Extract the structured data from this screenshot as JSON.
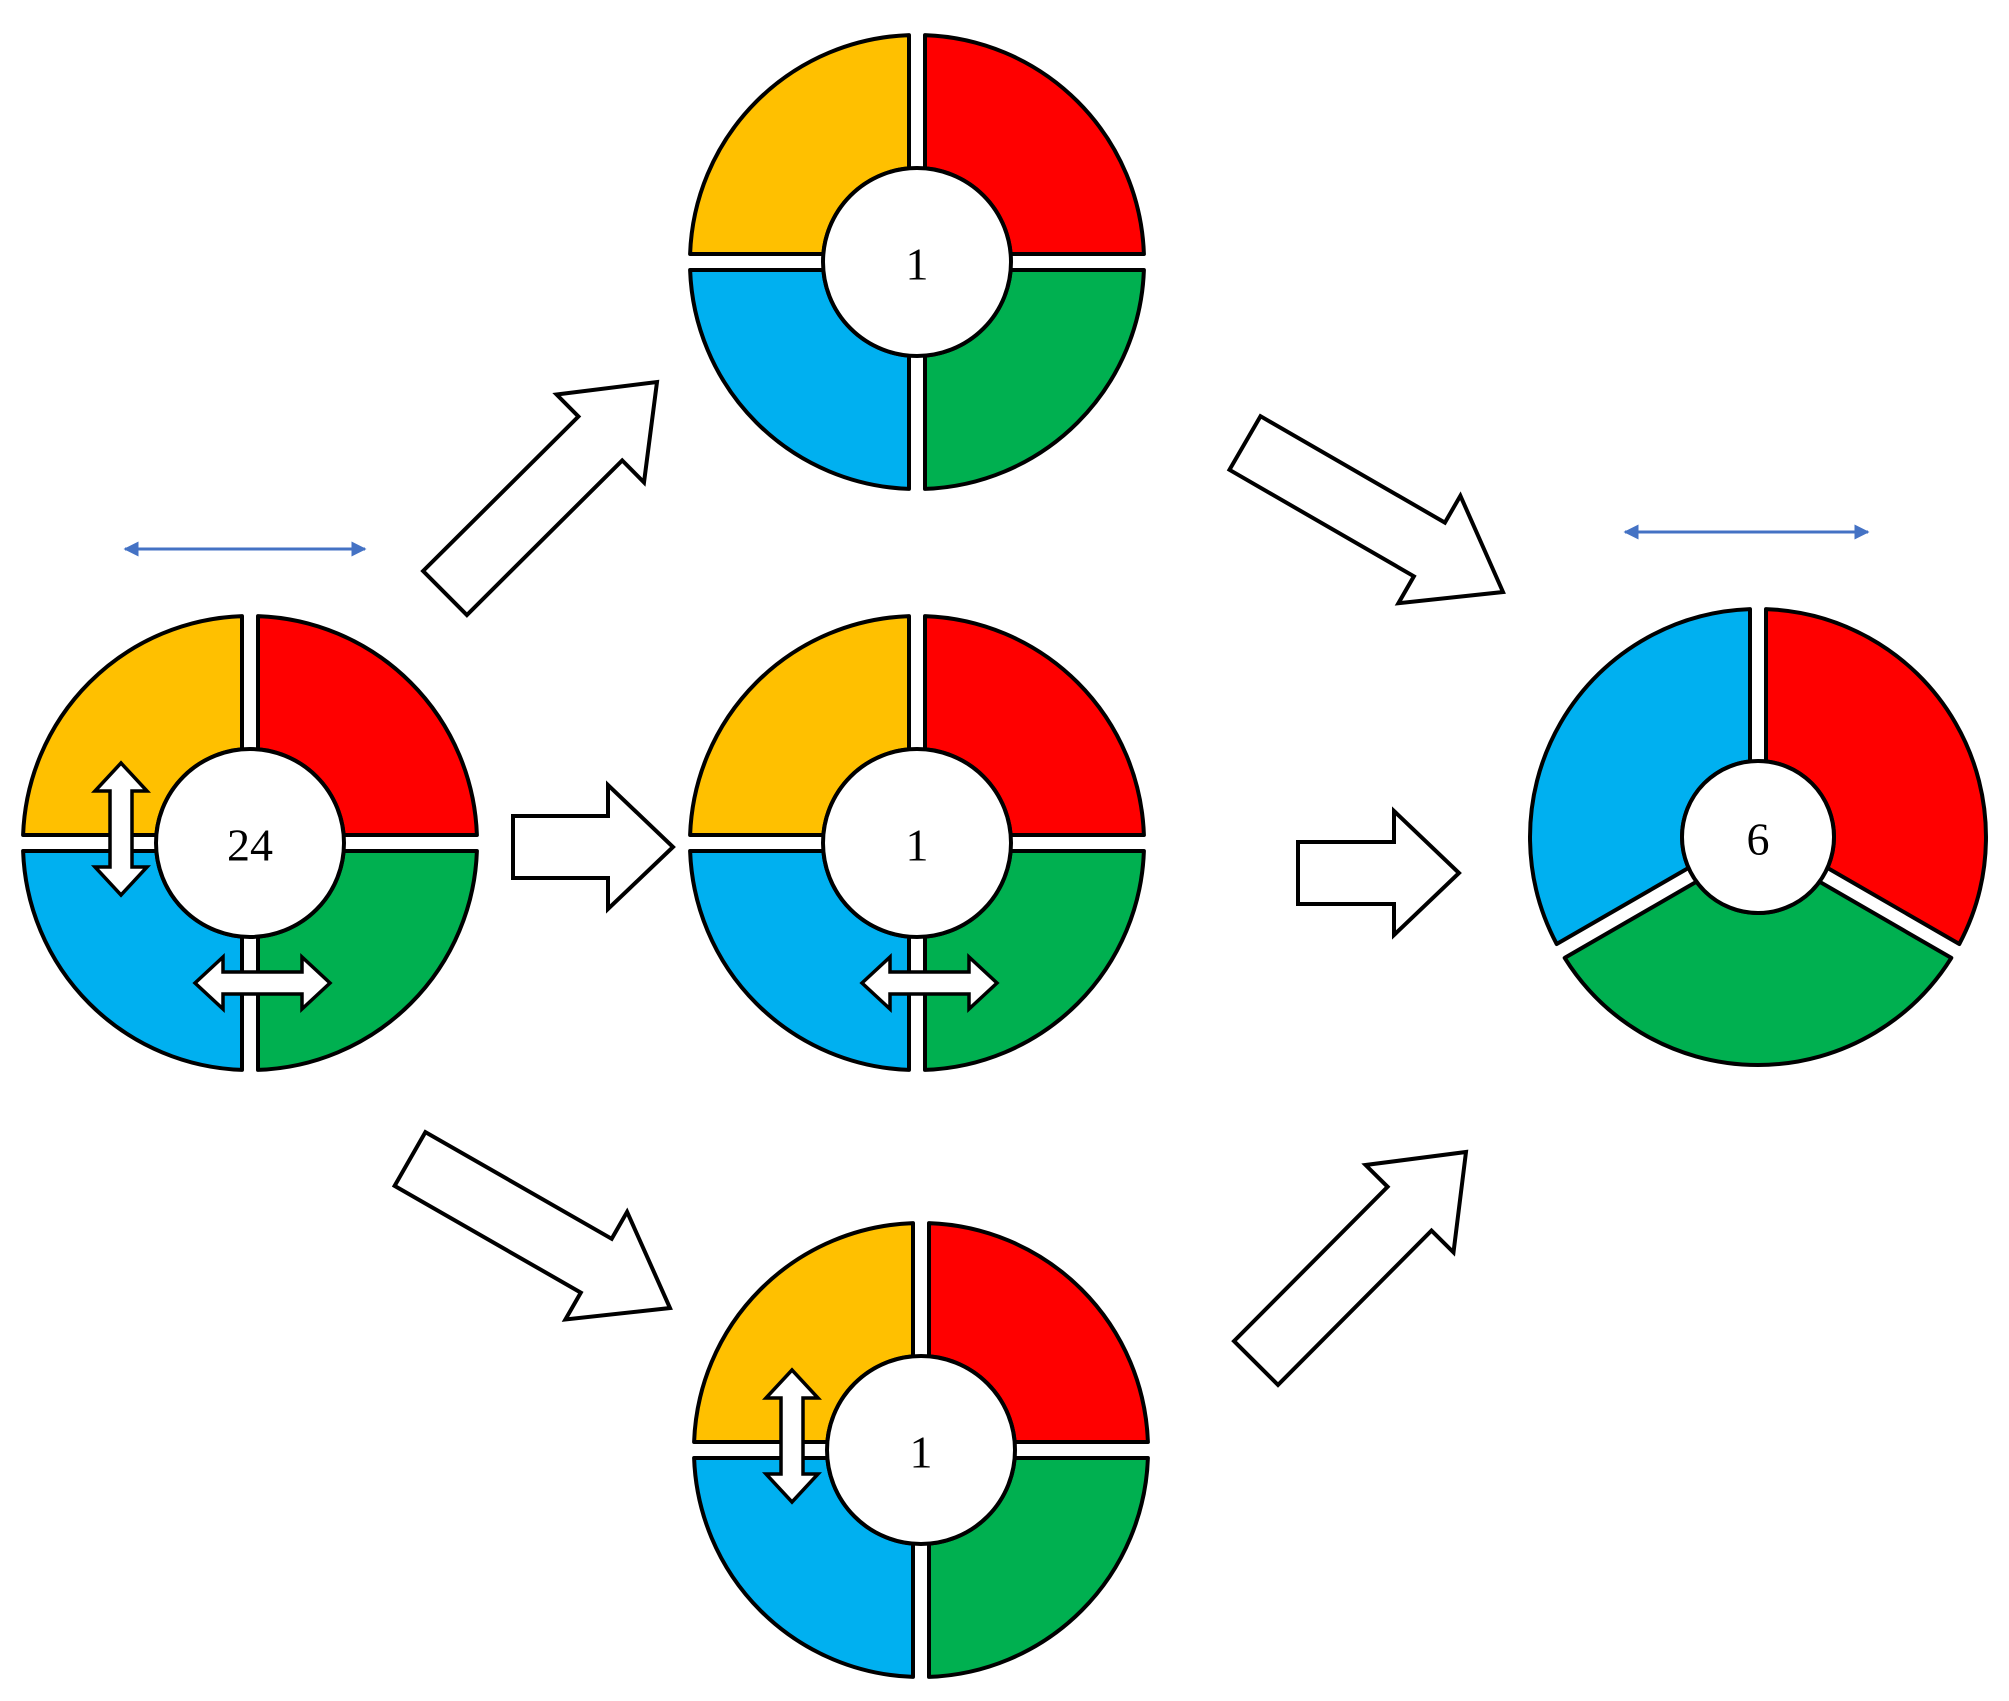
{
  "colors": {
    "yellow": "#FFC000",
    "red": "#FF0000",
    "blue": "#00B0F0",
    "green": "#00B050",
    "indicator": "#4472C4",
    "outline": "#000000"
  },
  "wheels": [
    {
      "id": "start",
      "count": "24",
      "segments": [
        "red",
        "green",
        "blue",
        "yellow"
      ],
      "swaps": [
        "vertical-left",
        "horizontal-bottom"
      ],
      "indicator": true
    },
    {
      "id": "top",
      "count": "1",
      "segments": [
        "red",
        "green",
        "blue",
        "yellow"
      ],
      "swaps": [],
      "indicator": false
    },
    {
      "id": "middle",
      "count": "1",
      "segments": [
        "red",
        "green",
        "blue",
        "yellow"
      ],
      "swaps": [
        "horizontal-bottom"
      ],
      "indicator": false
    },
    {
      "id": "bottom",
      "count": "1",
      "segments": [
        "red",
        "green",
        "blue",
        "yellow"
      ],
      "swaps": [
        "vertical-left"
      ],
      "indicator": false
    },
    {
      "id": "result",
      "count": "6",
      "segments": [
        "red",
        "green",
        "blue"
      ],
      "swaps": [],
      "indicator": true
    }
  ],
  "flows": [
    {
      "from": "start",
      "to": "top"
    },
    {
      "from": "start",
      "to": "middle"
    },
    {
      "from": "start",
      "to": "bottom"
    },
    {
      "from": "top",
      "to": "result"
    },
    {
      "from": "middle",
      "to": "result"
    },
    {
      "from": "bottom",
      "to": "result"
    }
  ],
  "icons": {
    "flow": "block-arrow-icon",
    "swap_vertical": "double-arrow-vertical-icon",
    "swap_horizontal": "double-arrow-horizontal-icon",
    "indicator": "thin-double-arrow-icon"
  }
}
